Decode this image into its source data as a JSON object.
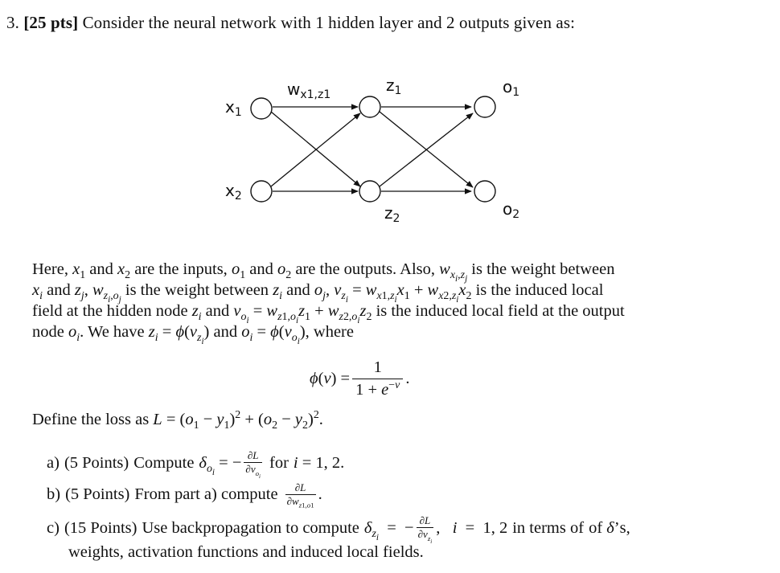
{
  "header": {
    "number": "3.",
    "points": "[25 pts]",
    "statement": "Consider the neural network with 1 hidden layer and 2 outputs given as:"
  },
  "diagram": {
    "inputs": [
      "x1",
      "x2"
    ],
    "hidden": [
      "z1",
      "z2"
    ],
    "outputs": [
      "o1",
      "o2"
    ],
    "weight_label": "w x1,z1"
  },
  "intro": {
    "t1": "Here,",
    "t2": "and",
    "t3": "are the inputs,",
    "t4": "and",
    "t5": "are the outputs. Also,",
    "t6": "is the weight between",
    "t7": "and",
    "t8": "is the weight between",
    "t9": "and",
    "t10": "is the induced local",
    "t11": "field at the hidden node",
    "t12": "and",
    "t13": "is the induced local field at the output",
    "t14": "node",
    "t15": "We have",
    "t16": "and",
    "t17": "where"
  },
  "loss": {
    "prefix": "Define the loss as"
  },
  "parts": {
    "a": {
      "label": "a)",
      "points": "(5 Points)",
      "text1": "Compute",
      "text2": "for"
    },
    "b": {
      "label": "b)",
      "points": "(5 Points)",
      "text1": "From part a) compute"
    },
    "c": {
      "label": "c)",
      "points": "(15 Points)",
      "text1": "Use backpropagation to compute",
      "text2": "in terms of",
      "text3": "weights, activation functions and induced local fields."
    }
  }
}
